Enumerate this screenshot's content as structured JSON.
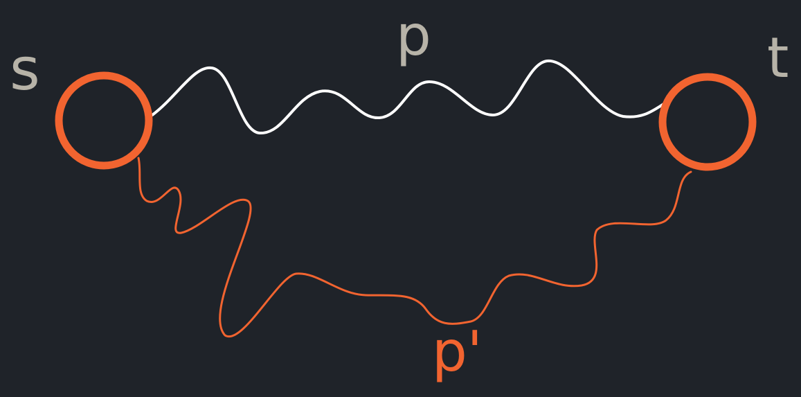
{
  "nodes": {
    "source": {
      "label": "s"
    },
    "target": {
      "label": "t"
    }
  },
  "paths": {
    "primary": {
      "label": "p"
    },
    "alternate": {
      "label": "p'"
    }
  },
  "colors": {
    "background": "#1f2329",
    "node_stroke": "#f26430",
    "primary_path": "#ffffff",
    "alternate_path": "#f26430",
    "label_light": "#b7b3a8",
    "label_accent": "#f26430"
  }
}
